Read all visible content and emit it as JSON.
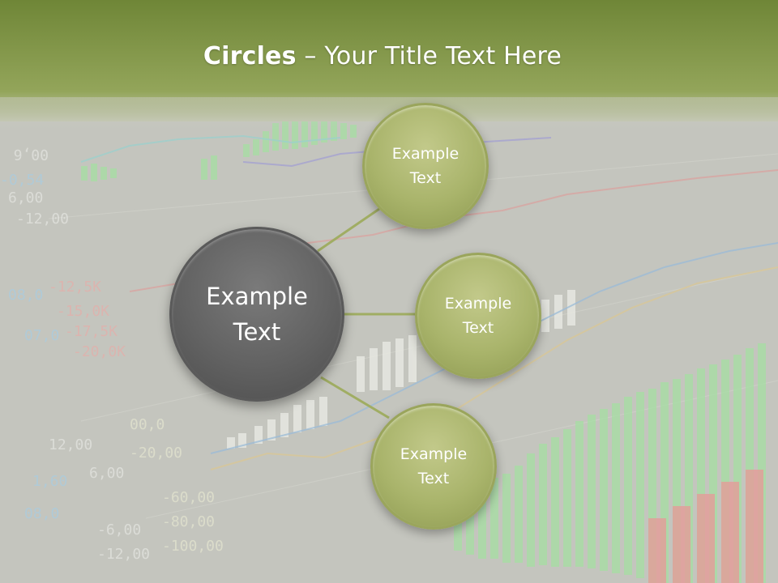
{
  "slide": {
    "title_bold": "Circles",
    "title_rest": " – Your Title Text Here"
  },
  "diagram": {
    "center": {
      "label": "Example\nText"
    },
    "satellites": [
      {
        "label": "Example\nText"
      },
      {
        "label": "Example\nText"
      },
      {
        "label": "Example\nText"
      }
    ]
  },
  "colors": {
    "title_band": "#7f9443",
    "center_fill": "#626262",
    "satellite_fill": "#a9b46b",
    "connector": "#a0ad63"
  }
}
